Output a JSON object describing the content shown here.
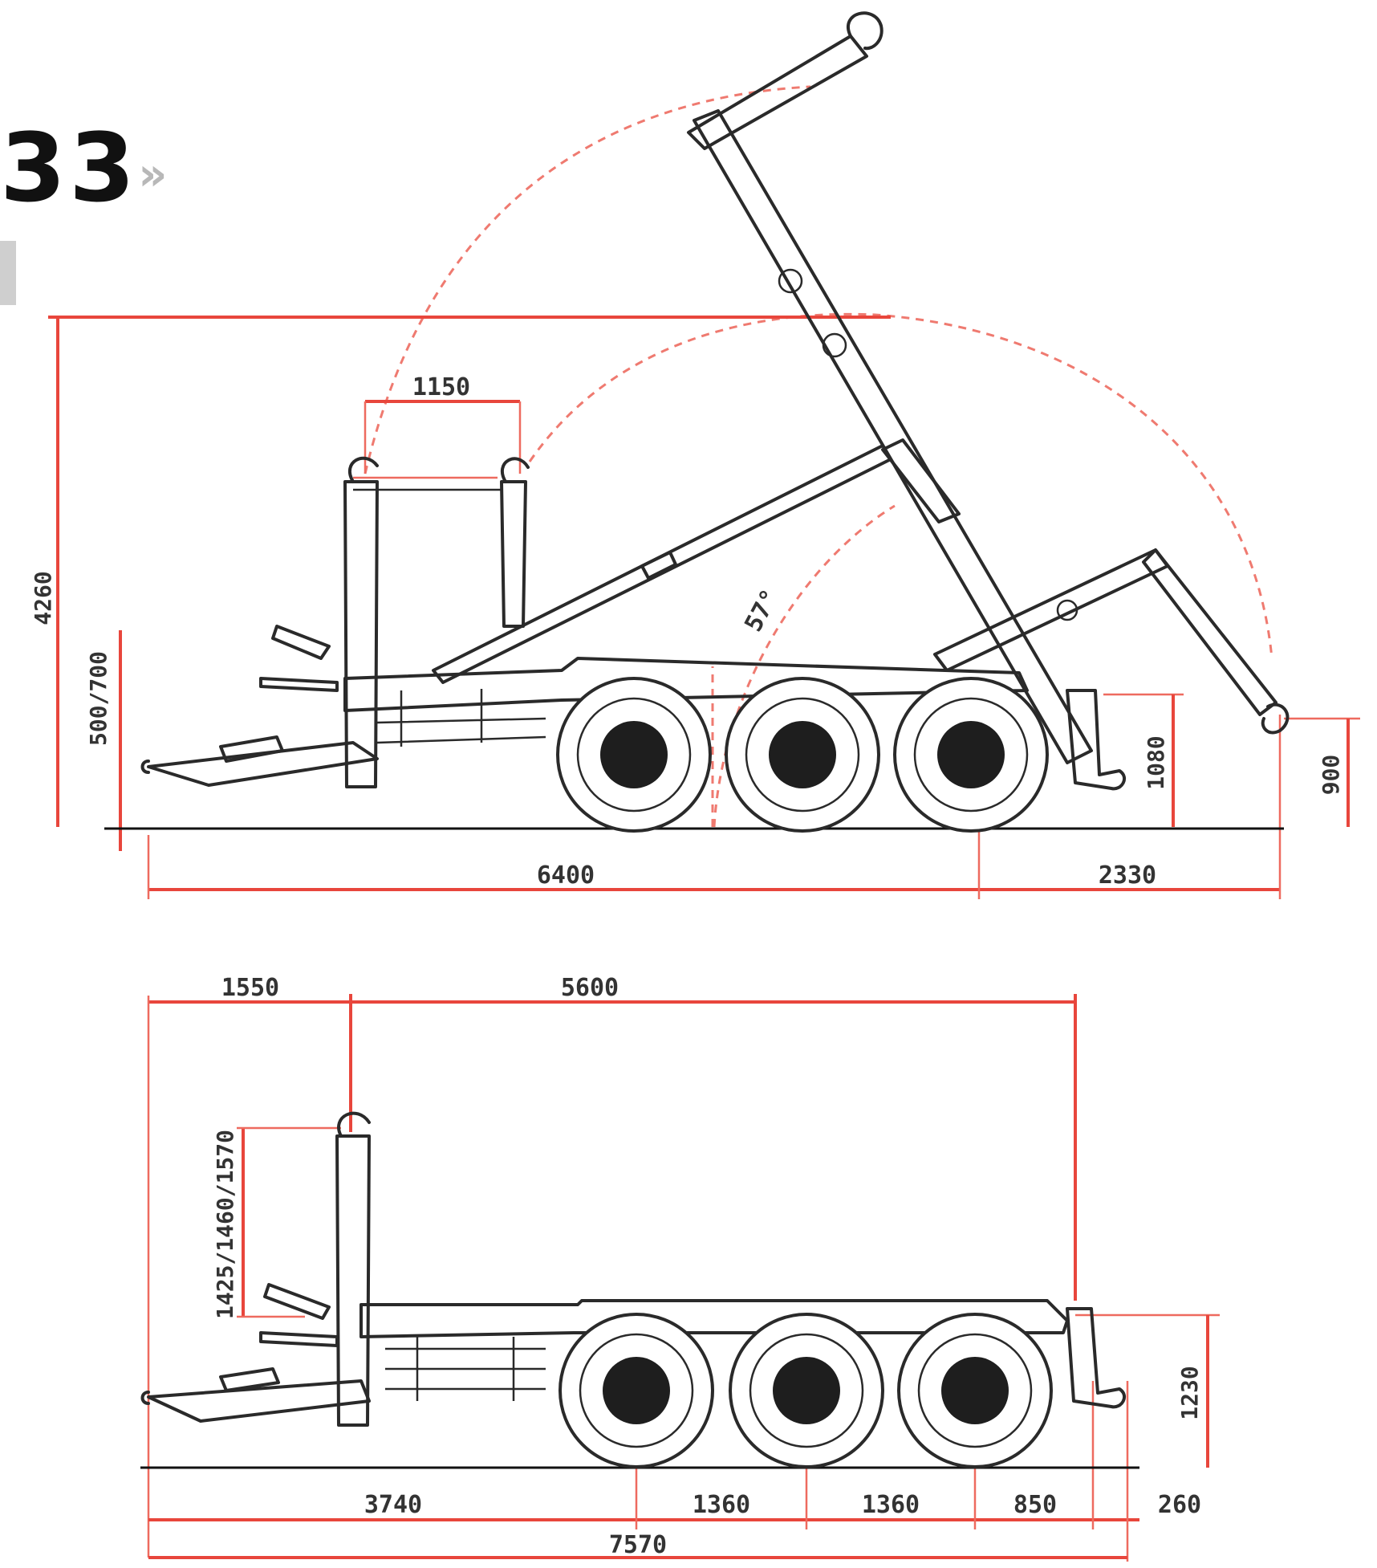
{
  "header": {
    "title": "33",
    "chevron": "»"
  },
  "side_view": {
    "dimensions": {
      "overall_height": "4260",
      "hook_offset": "500/700",
      "hook_travel": "1150",
      "lift_angle": "57°",
      "rear_hook_height": "1080",
      "hook_end_height": "900",
      "front_to_rear_axle": "6400",
      "rear_overhang": "2330"
    }
  },
  "bottom_view": {
    "dimensions": {
      "front_length": "1550",
      "platform_length": "5600",
      "hook_height_options": "1425/1460/1570",
      "frame_height": "1230",
      "to_first_axle": "3740",
      "axle_spacing_1": "1360",
      "axle_spacing_2": "1360",
      "rear_overhang": "850",
      "rear_extension": "260",
      "overall_length": "7570"
    }
  }
}
